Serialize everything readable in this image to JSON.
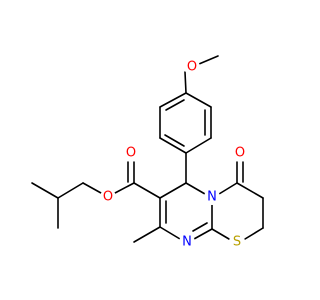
{
  "structure": {
    "atoms": {
      "methoxy_o": {
        "label": "O",
        "color": "#ff0000"
      },
      "carbonyl_o_ring": {
        "label": "O",
        "color": "#ff0000"
      },
      "ester_o_carbonyl": {
        "label": "O",
        "color": "#ff0000"
      },
      "ester_o_link": {
        "label": "O",
        "color": "#ff0000"
      },
      "ring_n": {
        "label": "N",
        "color": "#0000ff"
      },
      "imine_n": {
        "label": "N",
        "color": "#0000ff"
      },
      "sulfur": {
        "label": "S",
        "color": "#b8a000"
      }
    }
  }
}
